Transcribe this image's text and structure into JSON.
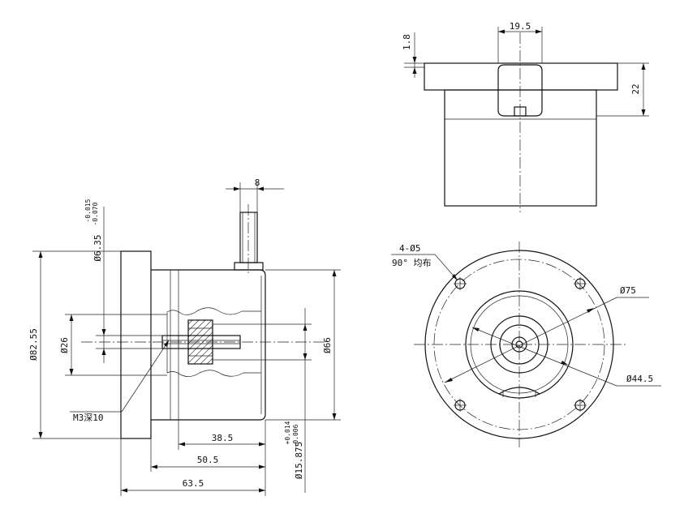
{
  "dimensions": {
    "top_width": "19.5",
    "top_flange": "1.8",
    "top_height": "22",
    "shaft_length": "8",
    "shaft_dia": "Ø6.35",
    "shaft_tol_upper": "-0.015",
    "shaft_tol_lower": "-0.070",
    "hub_dia": "Ø26",
    "flange_dia": "Ø82.55",
    "body_dia": "Ø66",
    "thread_note": "M3深10",
    "len_body": "38.5",
    "len_mid": "50.5",
    "len_total": "63.5",
    "bore_dia": "Ø15.875",
    "bore_tol_upper": "+0.014",
    "bore_tol_lower": "-0.006",
    "holes_count": "4-Ø5",
    "holes_pattern": "90° 均布",
    "pcd": "Ø75",
    "inner_dia": "Ø44.5"
  }
}
